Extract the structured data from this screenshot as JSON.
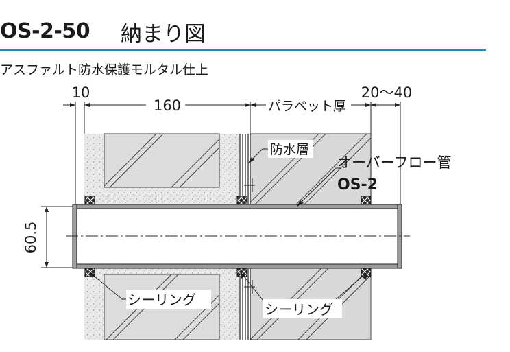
{
  "header": {
    "code": "OS-2-50",
    "name": "納まり図",
    "accent_color": "#1f86c8"
  },
  "subtitle": "アスファルト防水保護モルタル仕上",
  "dimensions": {
    "top_left": "10",
    "top_middle": "160",
    "top_parapet": "パラペット厚",
    "top_right": "20〜40",
    "left_vertical": "60.5"
  },
  "labels": {
    "waterproof_layer": "防水層",
    "overflow_pipe": "オーバーフロー管",
    "model": "OS-2",
    "sealing_left": "シーリング",
    "sealing_right": "シーリング"
  }
}
